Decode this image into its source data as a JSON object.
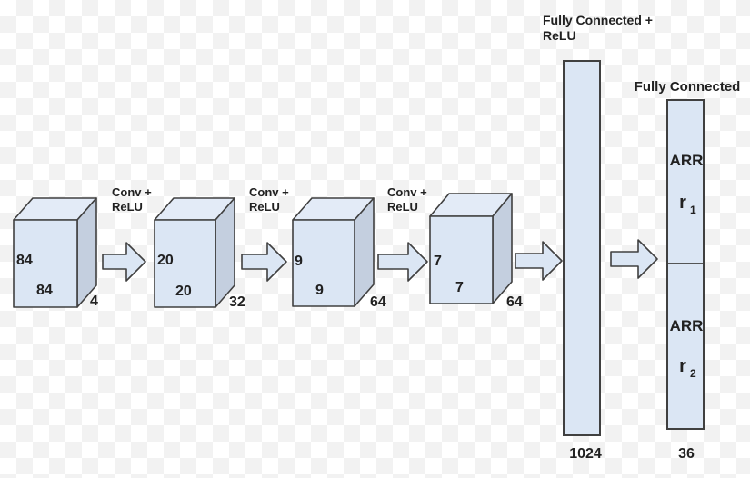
{
  "diagram": {
    "title_semantic": "convolutional-network-architecture",
    "conv_label": {
      "line1": "Conv +",
      "line2": "ReLU"
    },
    "layers": [
      {
        "height": "84",
        "width": "84",
        "depth": "4"
      },
      {
        "height": "20",
        "width": "20",
        "depth": "32"
      },
      {
        "height": "9",
        "width": "9",
        "depth": "64"
      },
      {
        "height": "7",
        "width": "7",
        "depth": "64"
      }
    ],
    "fc1": {
      "label_line1": "Fully Connected +",
      "label_line2": "ReLU",
      "units": "1024"
    },
    "fc2": {
      "label": "Fully Connected",
      "units": "36",
      "sections": [
        {
          "title": "ARR",
          "var": "r",
          "index": "1"
        },
        {
          "title": "ARR",
          "var": "r",
          "index": "2"
        }
      ]
    }
  },
  "colors": {
    "box_front": "#dbe6f4",
    "box_top": "#e3ebf7",
    "box_side": "#c4cfdf",
    "outline": "#404040",
    "text": "#212121",
    "checker_light": "#ffffff",
    "checker_dark": "#f2f2f2"
  }
}
